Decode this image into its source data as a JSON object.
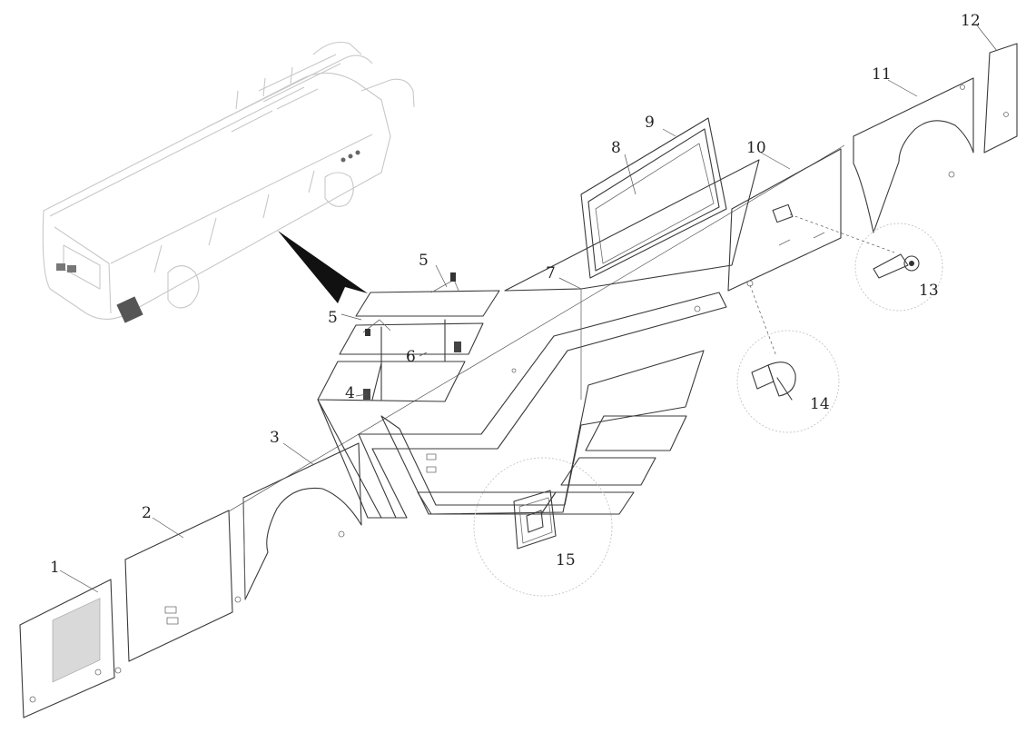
{
  "colors": {
    "line": "#3a3a3a",
    "bus_outline": "#c8c8c8",
    "arrow": "#111111",
    "text": "#222222"
  },
  "parts": [
    {
      "id": "p1",
      "label": "1"
    },
    {
      "id": "p2",
      "label": "2"
    },
    {
      "id": "p3",
      "label": "3"
    },
    {
      "id": "p4",
      "label": "4"
    },
    {
      "id": "p5a",
      "label": "5"
    },
    {
      "id": "p5b",
      "label": "5"
    },
    {
      "id": "p6",
      "label": "6"
    },
    {
      "id": "p7",
      "label": "7"
    },
    {
      "id": "p8",
      "label": "8"
    },
    {
      "id": "p9",
      "label": "9"
    },
    {
      "id": "p10",
      "label": "10"
    },
    {
      "id": "p11",
      "label": "11"
    },
    {
      "id": "p12",
      "label": "12"
    },
    {
      "id": "p13",
      "label": "13"
    },
    {
      "id": "p14",
      "label": "14"
    },
    {
      "id": "p15",
      "label": "15"
    }
  ]
}
